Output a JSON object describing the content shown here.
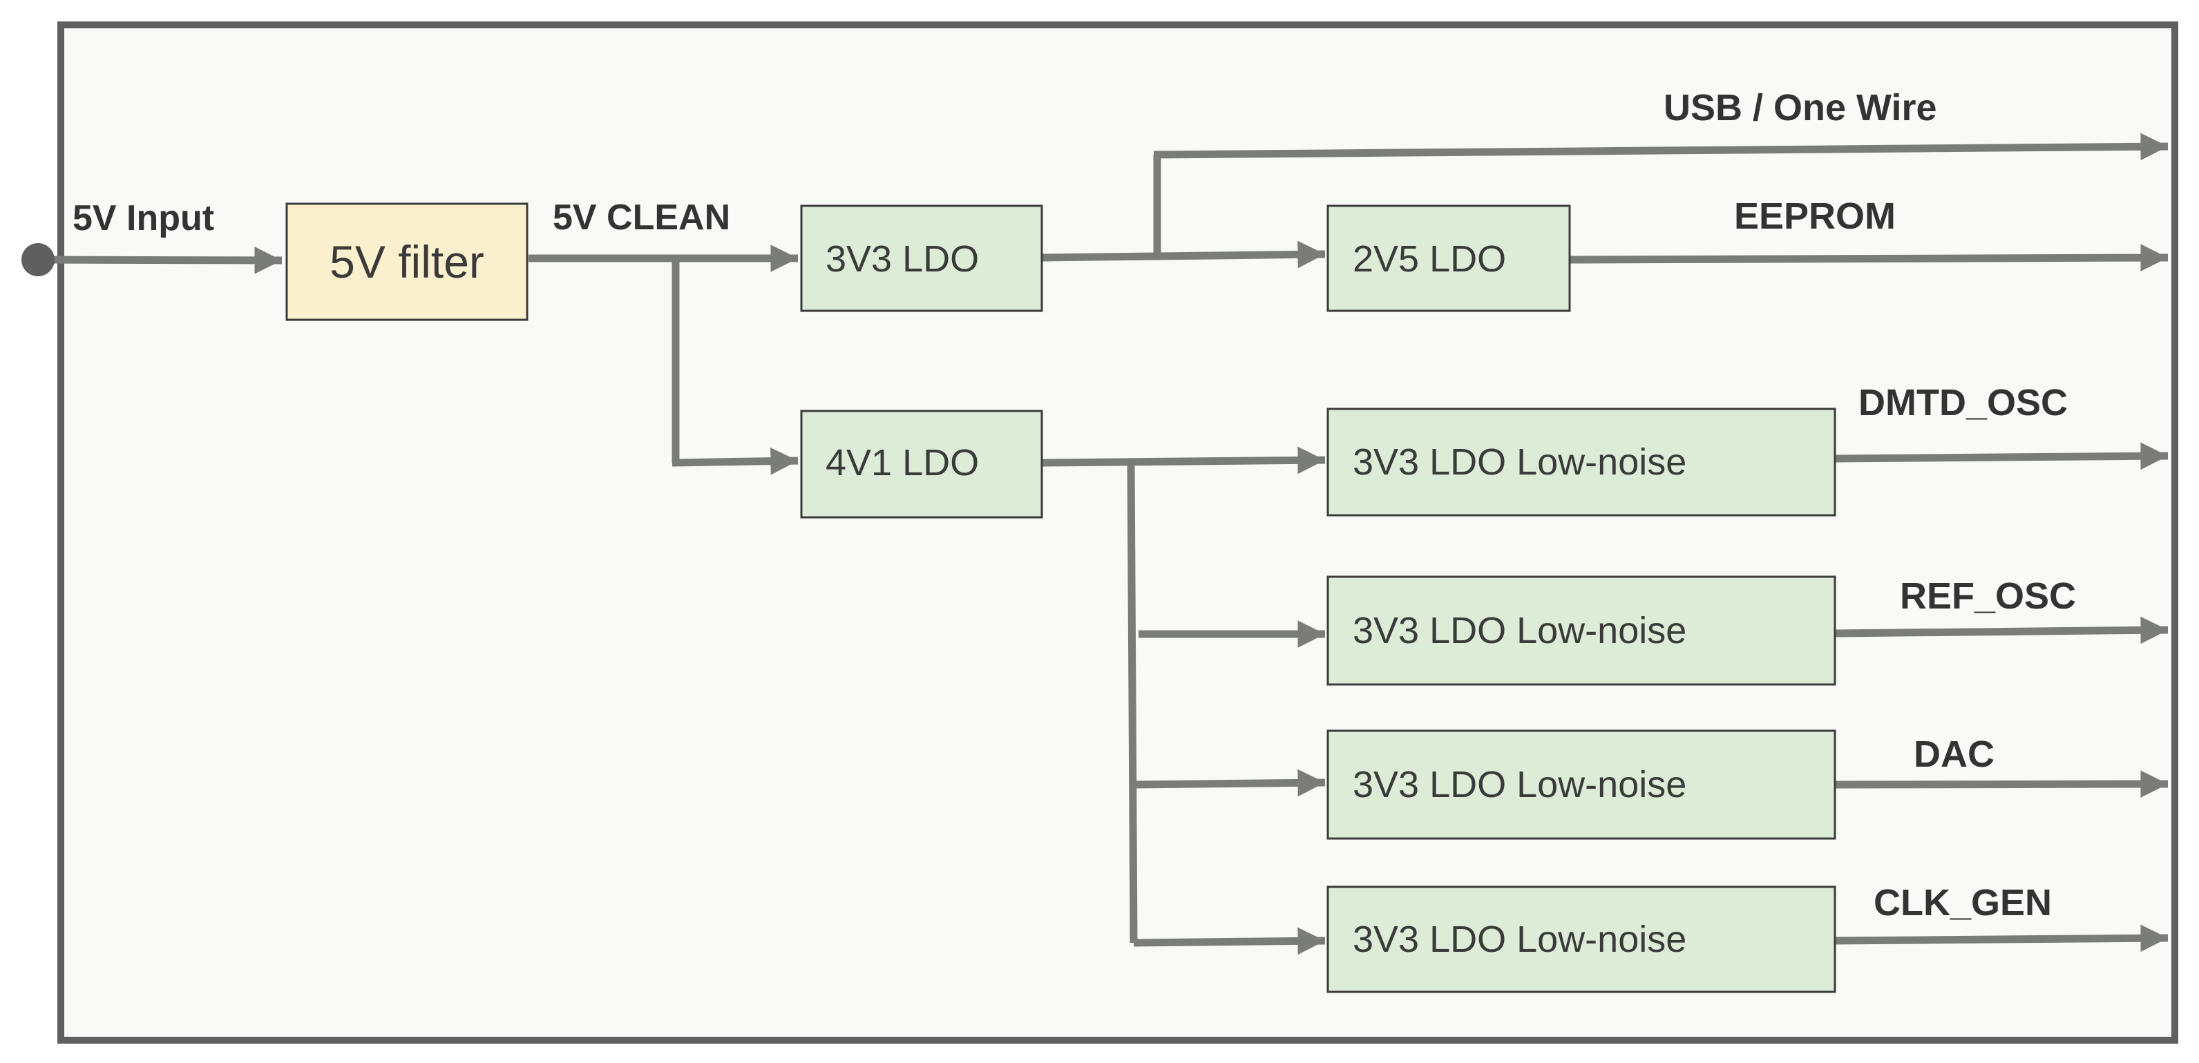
{
  "colors": {
    "frame_stroke": "#5f5f5f",
    "frame_fill": "#f9faf8",
    "wire": "#7a7c7a",
    "block_stroke": "#3b3b3b",
    "filter_fill": "#fbf0cd",
    "ldo_fill": "#dcecd7"
  },
  "input": {
    "label": "5V Input",
    "terminal_icon": "input-terminal-dot-icon"
  },
  "blocks": {
    "filter": "5V filter",
    "ldo_3v3": "3V3 LDO",
    "ldo_4v1": "4V1 LDO",
    "ldo_2v5": "2V5 LDO",
    "ln_dmtd": "3V3 LDO Low-noise",
    "ln_ref": "3V3 LDO Low-noise",
    "ln_dac": "3V3 LDO Low-noise",
    "ln_clk": "3V3 LDO Low-noise"
  },
  "rails": {
    "clean": "5V CLEAN",
    "usb": "USB / One Wire",
    "eeprom": "EEPROM",
    "dmtd": "DMTD_OSC",
    "ref": "REF_OSC",
    "dac": "DAC",
    "clk": "CLK_GEN"
  }
}
